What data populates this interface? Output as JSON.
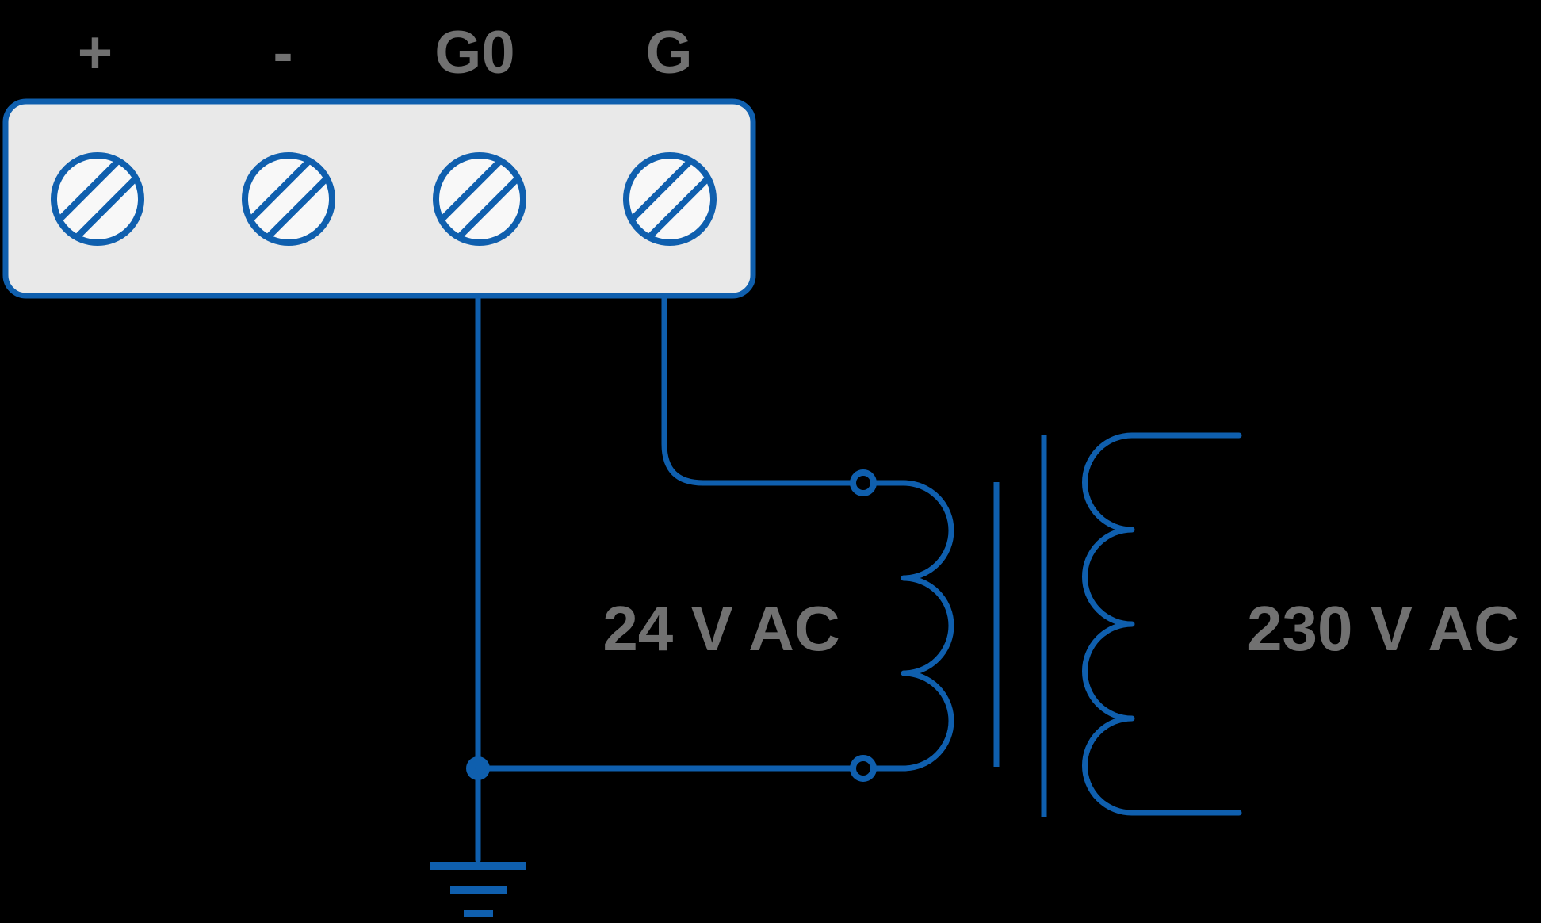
{
  "diagram": {
    "title": "Terminal block wired to 24 V AC transformer",
    "background_color": "#000000",
    "accent_blue": "#0f5fae",
    "label_gray": "#717171",
    "terminal_block": {
      "fill_color": "#e9e9e9",
      "screw_fill_color": "#f8f8f8",
      "terminals": [
        {
          "label": "+"
        },
        {
          "label": "-"
        },
        {
          "label": "G0"
        },
        {
          "label": "G"
        }
      ]
    },
    "transformer": {
      "primary_voltage_label": "24 V AC",
      "secondary_voltage_label": "230 V AC",
      "primary_loops": 3,
      "secondary_loops": 4,
      "core_lines": 2
    },
    "ground_symbol": "earth-ground",
    "connections": [
      {
        "from": "G0",
        "to": "transformer-primary-bottom-terminal"
      },
      {
        "from": "G0",
        "to": "earth-ground"
      },
      {
        "from": "G",
        "to": "transformer-primary-top-terminal"
      }
    ]
  }
}
